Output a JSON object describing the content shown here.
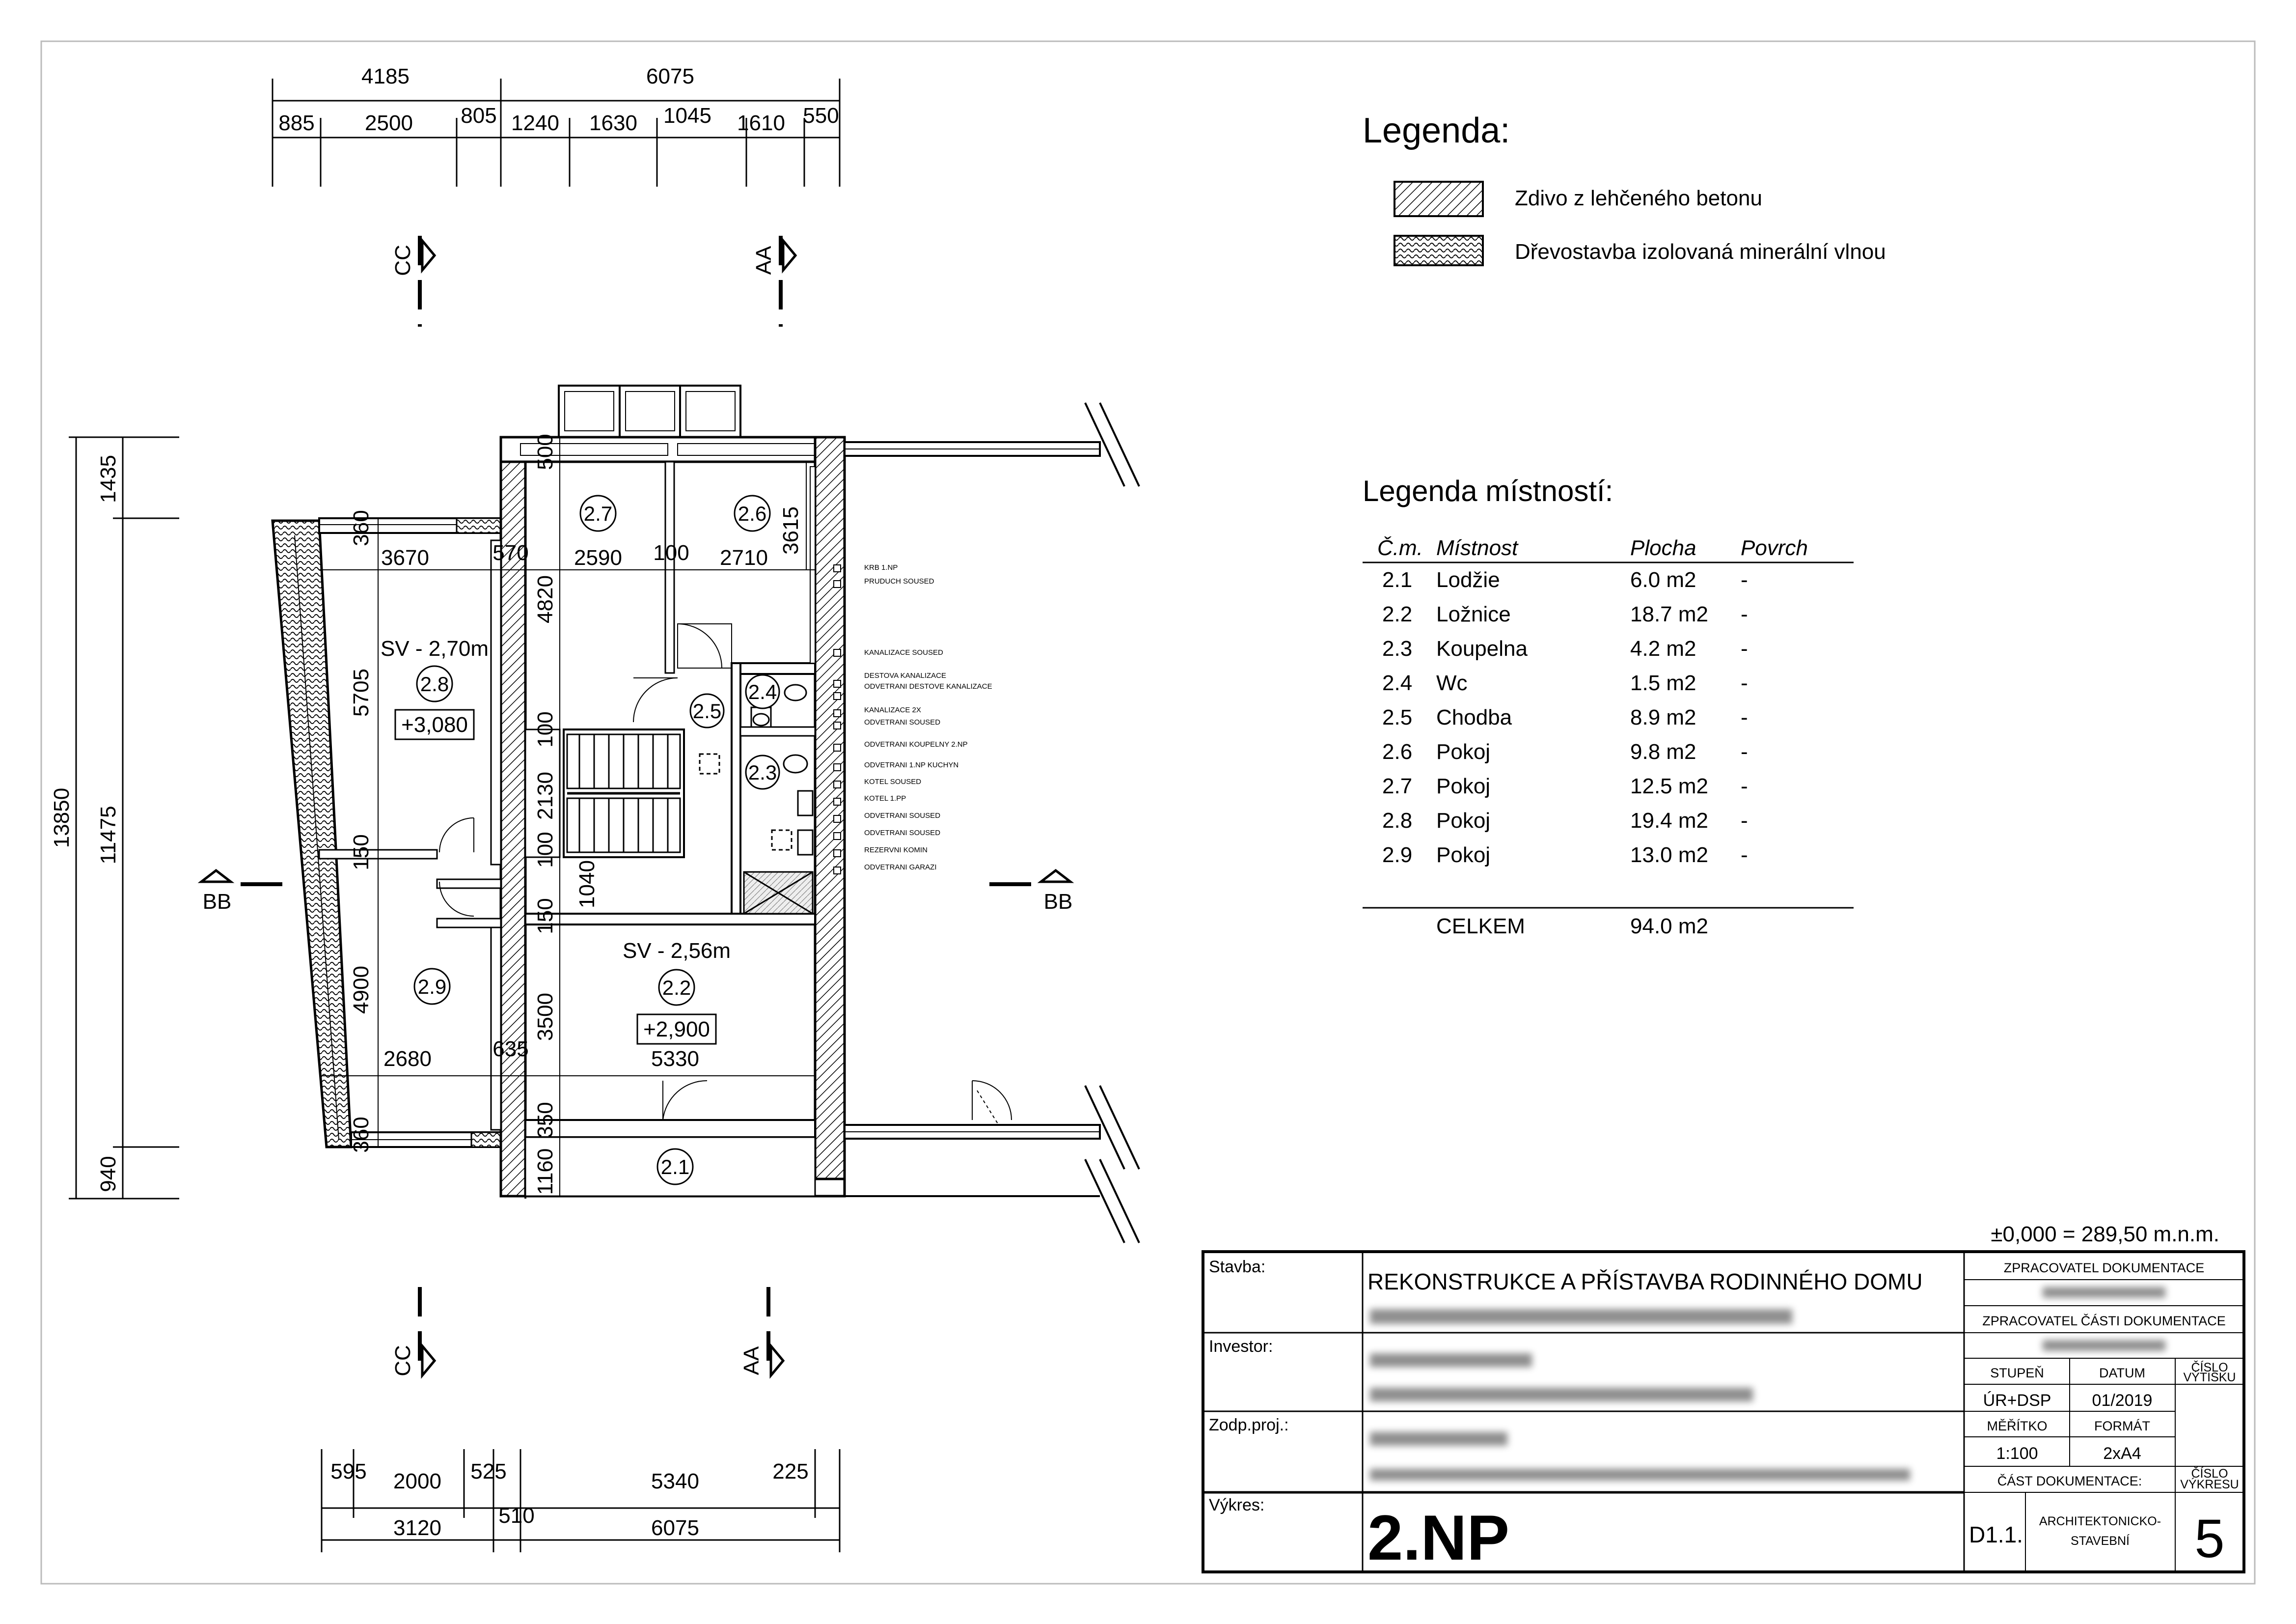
{
  "legend": {
    "title": "Legenda:",
    "items": [
      {
        "label": "Zdivo z lehčeného betonu",
        "pattern": "hatch"
      },
      {
        "label": "Dřevostavba izolovaná minerální vlnou",
        "pattern": "wool"
      }
    ]
  },
  "rooms_legend": {
    "title": "Legenda místností:",
    "headers": [
      "Č.m.",
      "Místnost",
      "Plocha",
      "Povrch"
    ],
    "rows": [
      {
        "num": "2.1",
        "name": "Lodžie",
        "area": "6.0 m2",
        "surface": "-"
      },
      {
        "num": "2.2",
        "name": "Ložnice",
        "area": "18.7 m2",
        "surface": "-"
      },
      {
        "num": "2.3",
        "name": "Koupelna",
        "area": "4.2 m2",
        "surface": "-"
      },
      {
        "num": "2.4",
        "name": "Wc",
        "area": "1.5 m2",
        "surface": "-"
      },
      {
        "num": "2.5",
        "name": "Chodba",
        "area": "8.9 m2",
        "surface": "-"
      },
      {
        "num": "2.6",
        "name": "Pokoj",
        "area": "9.8 m2",
        "surface": "-"
      },
      {
        "num": "2.7",
        "name": "Pokoj",
        "area": "12.5 m2",
        "surface": "-"
      },
      {
        "num": "2.8",
        "name": "Pokoj",
        "area": "19.4 m2",
        "surface": "-"
      },
      {
        "num": "2.9",
        "name": "Pokoj",
        "area": "13.0 m2",
        "surface": "-"
      }
    ],
    "total_label": "CELKEM",
    "total_area": "94.0 m2"
  },
  "plan": {
    "top_dims_overall": [
      "4185",
      "6075"
    ],
    "top_dims_detail": [
      "885",
      "2500",
      "805",
      "1240",
      "1630",
      "1045",
      "1610",
      "550"
    ],
    "bottom_dims_detail": [
      "595",
      "2000",
      "525",
      "5340",
      "225"
    ],
    "bottom_dims_overall": [
      "3120",
      "510",
      "6075"
    ],
    "left_dims_overall": [
      "13850"
    ],
    "left_dims_detail": [
      "1435",
      "11475",
      "940"
    ],
    "inner_dims": [
      "360",
      "3670",
      "570",
      "2590",
      "100",
      "2710",
      "500",
      "3615",
      "4820",
      "5705",
      "100",
      "2130",
      "100",
      "1040",
      "150",
      "150",
      "4900",
      "3500",
      "2680",
      "635",
      "5330",
      "360",
      "350",
      "1160"
    ],
    "room_labels": [
      "2.1",
      "2.2",
      "2.3",
      "2.4",
      "2.5",
      "2.6",
      "2.7",
      "2.8",
      "2.9"
    ],
    "height_notes": [
      "SV - 2,70m",
      "SV - 2,56m"
    ],
    "levels": [
      "+3,080",
      "+2,900"
    ],
    "sections": [
      "CC",
      "AA",
      "BB",
      "CC",
      "AA",
      "BB"
    ],
    "shaft_notes": [
      "KRB 1.NP",
      "PRUDUCH SOUSED",
      "KANALIZACE SOUSED",
      "DESTOVA KANALIZACE",
      "ODVETRANI DESTOVE KANALIZACE",
      "KANALIZACE 2X",
      "ODVETRANI SOUSED",
      "ODVETRANI KOUPELNY 2.NP",
      "ODVETRANI 1.NP KUCHYN",
      "KOTEL SOUSED",
      "KOTEL 1.PP",
      "ODVETRANI SOUSED",
      "ODVETRANI SOUSED",
      "REZERVNI KOMIN",
      "ODVETRANI GARAZI"
    ]
  },
  "elevation_note": "±0,000 = 289,50 m.n.m.",
  "title_block": {
    "stavba_label": "Stavba:",
    "stavba_value": "REKONSTRUKCE A PŘÍSTAVBA RODINNÉHO DOMU",
    "investor_label": "Investor:",
    "zodp_label": "Zodp.proj.:",
    "vykres_label": "Výkres:",
    "vykres_value": "2.NP",
    "zpracovatel_dok": "ZPRACOVATEL DOKUMENTACE",
    "zpracovatel_casti": "ZPRACOVATEL ČÁSTI DOKUMENTACE",
    "stupen_label": "STUPEŇ",
    "stupen_value": "ÚR+DSP",
    "datum_label": "DATUM",
    "datum_value": "01/2019",
    "cislo_vytisku_1": "ČÍSLO",
    "cislo_vytisku_2": "VÝTISKU",
    "meritko_label": "MĚŘÍTKO",
    "meritko_value": "1:100",
    "format_label": "FORMÁT",
    "format_value": "2xA4",
    "cast_label": "ČÁST DOKUMENTACE:",
    "cislo_vykresu_1": "ČÍSLO",
    "cislo_vykresu_2": "VÝKRESU",
    "cast_code": "D1.1.",
    "cast_name_1": "ARCHITEKTONICKO-",
    "cast_name_2": "STAVEBNÍ",
    "cislo_vykresu_value": "5"
  }
}
